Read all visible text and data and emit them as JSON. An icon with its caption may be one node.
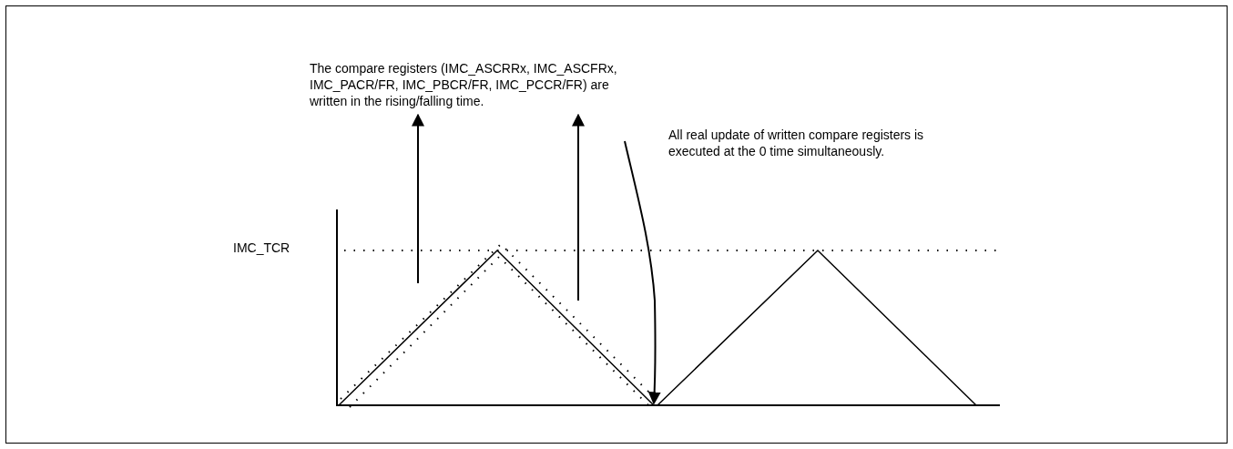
{
  "diagram": {
    "nodes": [
      {
        "text": [
          "The compare registers (IMC_ASCRRx, IMC_ASCFRx, IMC_PACR/FR, IMC_PBCR/FR, IMC_PCCR/FR) are written in the rising/falling time."
        ]
      },
      {
        "text": [
          "All real update of written compare registers is executed at the 0 time simultaneously."
        ]
      }
    ],
    "edges": [
      {
        "from": null,
        "to": 0,
        "arrow": "to"
      },
      {
        "from": null,
        "to": 0,
        "arrow": "to"
      },
      {
        "from": 1,
        "to": null,
        "arrow": "to"
      }
    ],
    "labels": [
      "IMC_TCR"
    ]
  }
}
